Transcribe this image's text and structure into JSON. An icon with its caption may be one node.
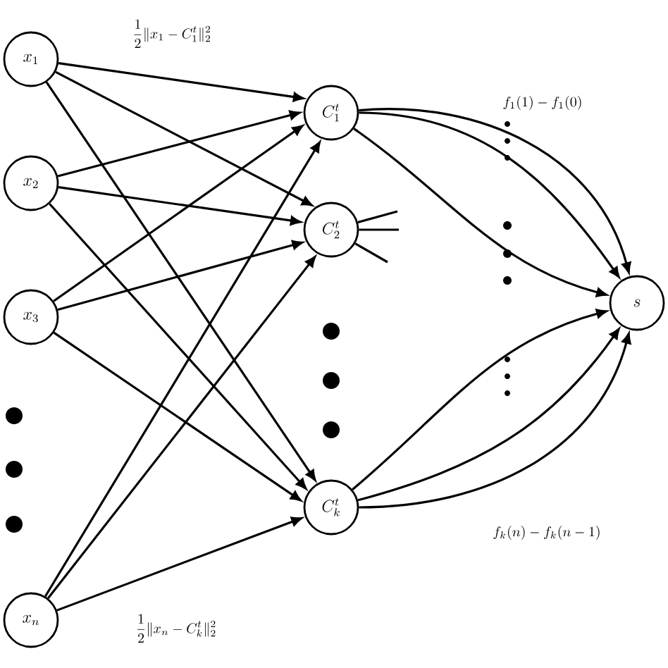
{
  "diagram": {
    "nodes": [
      {
        "text": [
          "x_1"
        ]
      },
      {
        "text": [
          "x_2"
        ]
      },
      {
        "text": [
          "x_3"
        ]
      },
      {
        "text": [
          "x_n"
        ]
      },
      {
        "text": [
          "C_1^t"
        ]
      },
      {
        "text": [
          "C_2^t"
        ]
      },
      {
        "text": [
          "C_k^t"
        ]
      },
      {
        "text": [
          "s"
        ]
      }
    ],
    "edges": [
      {
        "from": 0,
        "to": 4,
        "arrow": "to",
        "label": "\\frac{1}{2}\\|x_1 - C_1^t\\|_2^2"
      },
      {
        "from": 0,
        "to": 5,
        "arrow": "to"
      },
      {
        "from": 0,
        "to": 6,
        "arrow": "to"
      },
      {
        "from": 1,
        "to": 4,
        "arrow": "to"
      },
      {
        "from": 1,
        "to": 5,
        "arrow": "to"
      },
      {
        "from": 1,
        "to": 6,
        "arrow": "to"
      },
      {
        "from": 2,
        "to": 4,
        "arrow": "to"
      },
      {
        "from": 2,
        "to": 5,
        "arrow": "to"
      },
      {
        "from": 2,
        "to": 6,
        "arrow": "to"
      },
      {
        "from": 3,
        "to": 4,
        "arrow": "to"
      },
      {
        "from": 3,
        "to": 5,
        "arrow": "to"
      },
      {
        "from": 3,
        "to": 6,
        "arrow": "to",
        "label": "\\frac{1}{2}\\|x_n - C_k^t\\|_2^2"
      },
      {
        "from": 4,
        "to": 7,
        "arrow": "to",
        "label": "f_1(1) - f_1(0)"
      },
      {
        "from": 4,
        "to": 7,
        "arrow": "to"
      },
      {
        "from": 4,
        "to": 7,
        "arrow": "to"
      },
      {
        "from": 6,
        "to": 7,
        "arrow": "to"
      },
      {
        "from": 6,
        "to": 7,
        "arrow": "to"
      },
      {
        "from": 6,
        "to": 7,
        "arrow": "to",
        "label": "f_k(n) - f_k(n-1)"
      },
      {
        "from": 5,
        "to": null,
        "arrow": "none"
      },
      {
        "from": 5,
        "to": null,
        "arrow": "none"
      },
      {
        "from": 5,
        "to": null,
        "arrow": "none"
      }
    ]
  }
}
